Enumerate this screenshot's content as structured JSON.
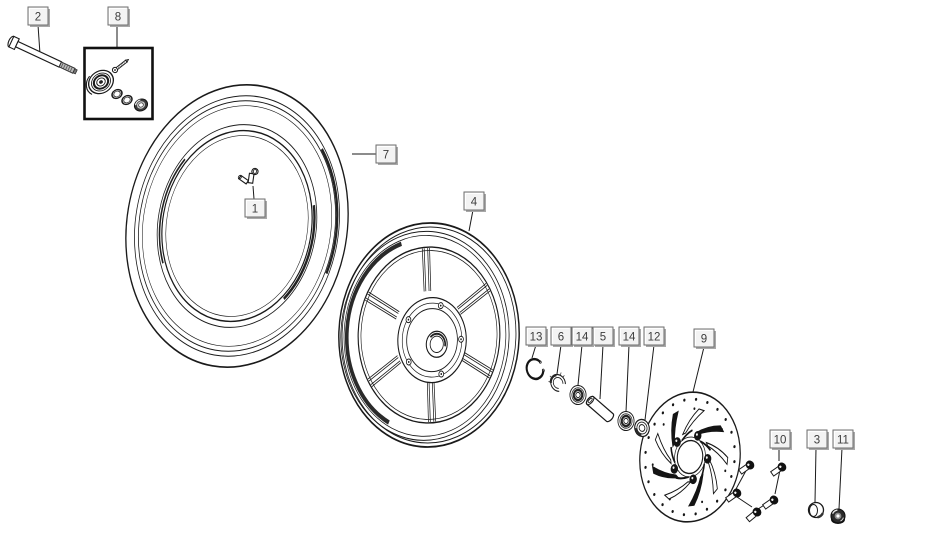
{
  "callouts": {
    "valve": "1",
    "axle": "2",
    "cap_nut": "3",
    "wheel_rim": "4",
    "spacer": "5",
    "retainer": "6",
    "tyre": "7",
    "speedo_gear_kit": "8",
    "brake_disc": "9",
    "disc_bolts": "10",
    "flange_nut": "11",
    "dust_seal": "12",
    "circlip": "13",
    "bearing_inner": "14",
    "bearing_outer": "14"
  },
  "colors": {
    "background": "#ffffff",
    "line": "#1a1a1a",
    "callout_face": "#f3f3f3",
    "callout_border": "#6e6e6e",
    "callout_shadow": "#a8a8a8",
    "callout_text": "#3c3c3c"
  }
}
